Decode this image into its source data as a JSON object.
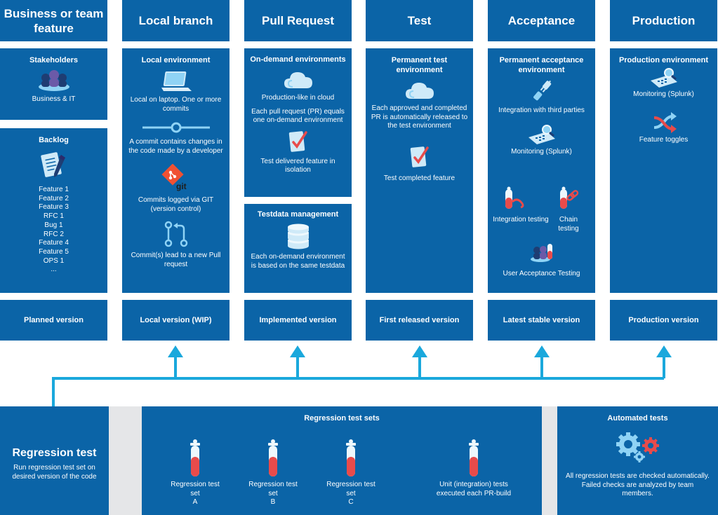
{
  "columns": {
    "business": {
      "header": "Business or team feature",
      "stakeholders_title": "Stakeholders",
      "stakeholders_text": "Business & IT",
      "backlog_title": "Backlog",
      "backlog_items": [
        "Feature 1",
        "Feature 2",
        "Feature 3",
        "RFC 1",
        "Bug 1",
        "RFC 2",
        "Feature 4",
        "Feature 5",
        "OPS 1",
        "..."
      ],
      "footer": "Planned version"
    },
    "local": {
      "header": "Local branch",
      "title": "Local environment",
      "text1": "Local on laptop. One or more commits",
      "text2": "A commit contains changes in the code made by a developer",
      "git_label": "git",
      "text3": "Commits logged via GIT (version control)",
      "text4": "Commit(s) lead to a new Pull request",
      "footer": "Local version (WIP)"
    },
    "pr": {
      "header": "Pull Request",
      "title": "On-demand environments",
      "text1": "Production-like in cloud",
      "text2": "Each pull request (PR) equals one on-demand environment",
      "text3": "Test delivered feature in isolation",
      "testdata_title": "Testdata management",
      "testdata_text": "Each on-demand environment is based on the same testdata",
      "footer": "Implemented version"
    },
    "test": {
      "header": "Test",
      "title": "Permanent test environment",
      "text1": "Each approved and completed PR is automatically released to the test environment",
      "text2": "Test completed feature",
      "footer": "First released version"
    },
    "acceptance": {
      "header": "Acceptance",
      "title": "Permanent acceptance environment",
      "text1": "Integration with third parties",
      "text2": "Monitoring (Splunk)",
      "text3": "Integration testing",
      "text4": "Chain testing",
      "text5": "User Acceptance Testing",
      "footer": "Latest stable version"
    },
    "production": {
      "header": "Production",
      "title": "Production environment",
      "text1": "Monitoring (Splunk)",
      "text2": "Feature toggles",
      "footer": "Production version"
    }
  },
  "regression": {
    "title": "Regression test",
    "text": "Run regression test set on desired version of the code",
    "sets_title": "Regression test sets",
    "sets": [
      {
        "label": "Regression test set",
        "letter": "A"
      },
      {
        "label": "Regression test set",
        "letter": "B"
      },
      {
        "label": "Regression test set",
        "letter": "C"
      }
    ],
    "unit_text": "Unit (integration) tests executed each PR-build",
    "auto_title": "Automated tests",
    "auto_text": "All regression tests are checked automatically. Failed checks are analyzed by team members."
  },
  "colors": {
    "box": "#0b64a7",
    "arrow": "#1aa8dc",
    "grey": "#e5e6e8",
    "tube": "#e84b4b",
    "icon_light": "#8fd3f5"
  }
}
